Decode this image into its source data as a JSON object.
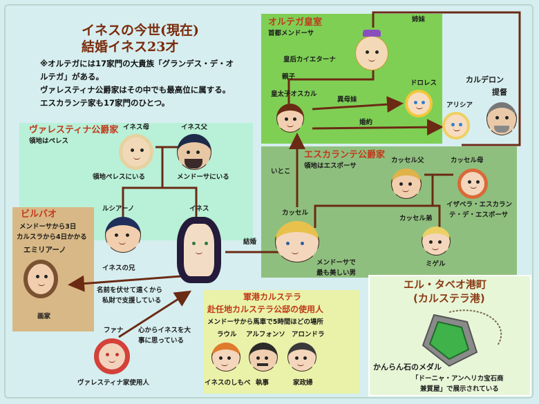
{
  "title": {
    "line1": "イネスの今世(現在)",
    "line2": "結婚イネス23才"
  },
  "notes": [
    "※オルテガには17家門の大貴族「グランデス・デ・オ",
    "ルテガ」がある。",
    "ヴァレスティナ公爵家はその中でも最高位に属する。",
    "エスカランテ家も17家門のひとつ。"
  ],
  "ortega_royal": {
    "header": "オルテガ皇室",
    "subheader": "首都メンドーサ",
    "empress_label": "皇后カイエターナ",
    "prince_label": "皇太子オスカル",
    "dolores_label": "ドロレス",
    "alicia_label": "アリシア",
    "oyako_label": "親子",
    "half_sister_label": "異母妹",
    "engaged_label": "婚約",
    "sisters_label": "姉妹"
  },
  "calderon": {
    "name": "カルデロン",
    "title": "提督"
  },
  "valestina": {
    "header": "ヴァレスティナ公爵家",
    "subheader": "領地はペレス",
    "mother_label": "イネス母",
    "father_label": "イネス父",
    "mother_note": "領地ペレスにいる",
    "father_note": "メンドーサにいる",
    "luciano_label": "ルシアーノ",
    "ines_label": "イネス",
    "brother_note": "イネスの兄"
  },
  "escalante": {
    "header": "エスカランテ公爵家",
    "subheader": "領地はエスポーサ",
    "father_label": "カッセル父",
    "mother_label": "カッセル母",
    "mother_name": [
      "イザベラ・エスカラン",
      "テ・デ・エスポーサ"
    ],
    "brother_label": "カッセル弟",
    "miguel_label": "ミゲル",
    "cassel_label": "カッセル",
    "cassel_note": [
      "メンドーサで",
      "最も美しい男"
    ],
    "cousin_label": "いとこ",
    "marriage_label": "結婚"
  },
  "bilbao": {
    "header": "ビルバオ",
    "lines": [
      "メンドーサから3日",
      "カルスラから4日かかる"
    ],
    "name": "エミリアーノ",
    "role": "画家",
    "support_note": [
      "名前を伏せて遠くから",
      "私財で支援している"
    ]
  },
  "servant": {
    "name": "ファナ",
    "role": "ヴァレスティナ家使用人",
    "note": [
      "心からイネスを大",
      "事に思っている"
    ]
  },
  "calstera": {
    "header1": "軍港カルステラ",
    "header2": "赴任地カルステラ公邸の使用人",
    "subheader": "メンドーサから馬車で5時間ほどの場所",
    "people": [
      {
        "name": "ラウル",
        "role": "イネスのしもべ"
      },
      {
        "name": "アルフォンソ",
        "role": "執事"
      },
      {
        "name": "アロンドラ",
        "role": "家政婦"
      }
    ]
  },
  "el_tavio": {
    "header1": "エル・タベオ港町",
    "header2": "(カルステラ港)",
    "medal_label": "かんらん石のメダル",
    "display_note": [
      "「ドーニャ・アンヘリカ宝石商",
      "兼質屋」で展示されている"
    ]
  },
  "colors": {
    "background": "#d6eef0",
    "royal_green": "#7fcf55",
    "valestina_green": "#b9f0d8",
    "escalante_green": "#8fbf7e",
    "bilbao_tan": "#d8b886",
    "calstera_yellow": "#e9f2a8",
    "el_tavio_green": "#e8f6d8",
    "line_brown": "#6b2a14",
    "header_red": "#c0391b"
  }
}
